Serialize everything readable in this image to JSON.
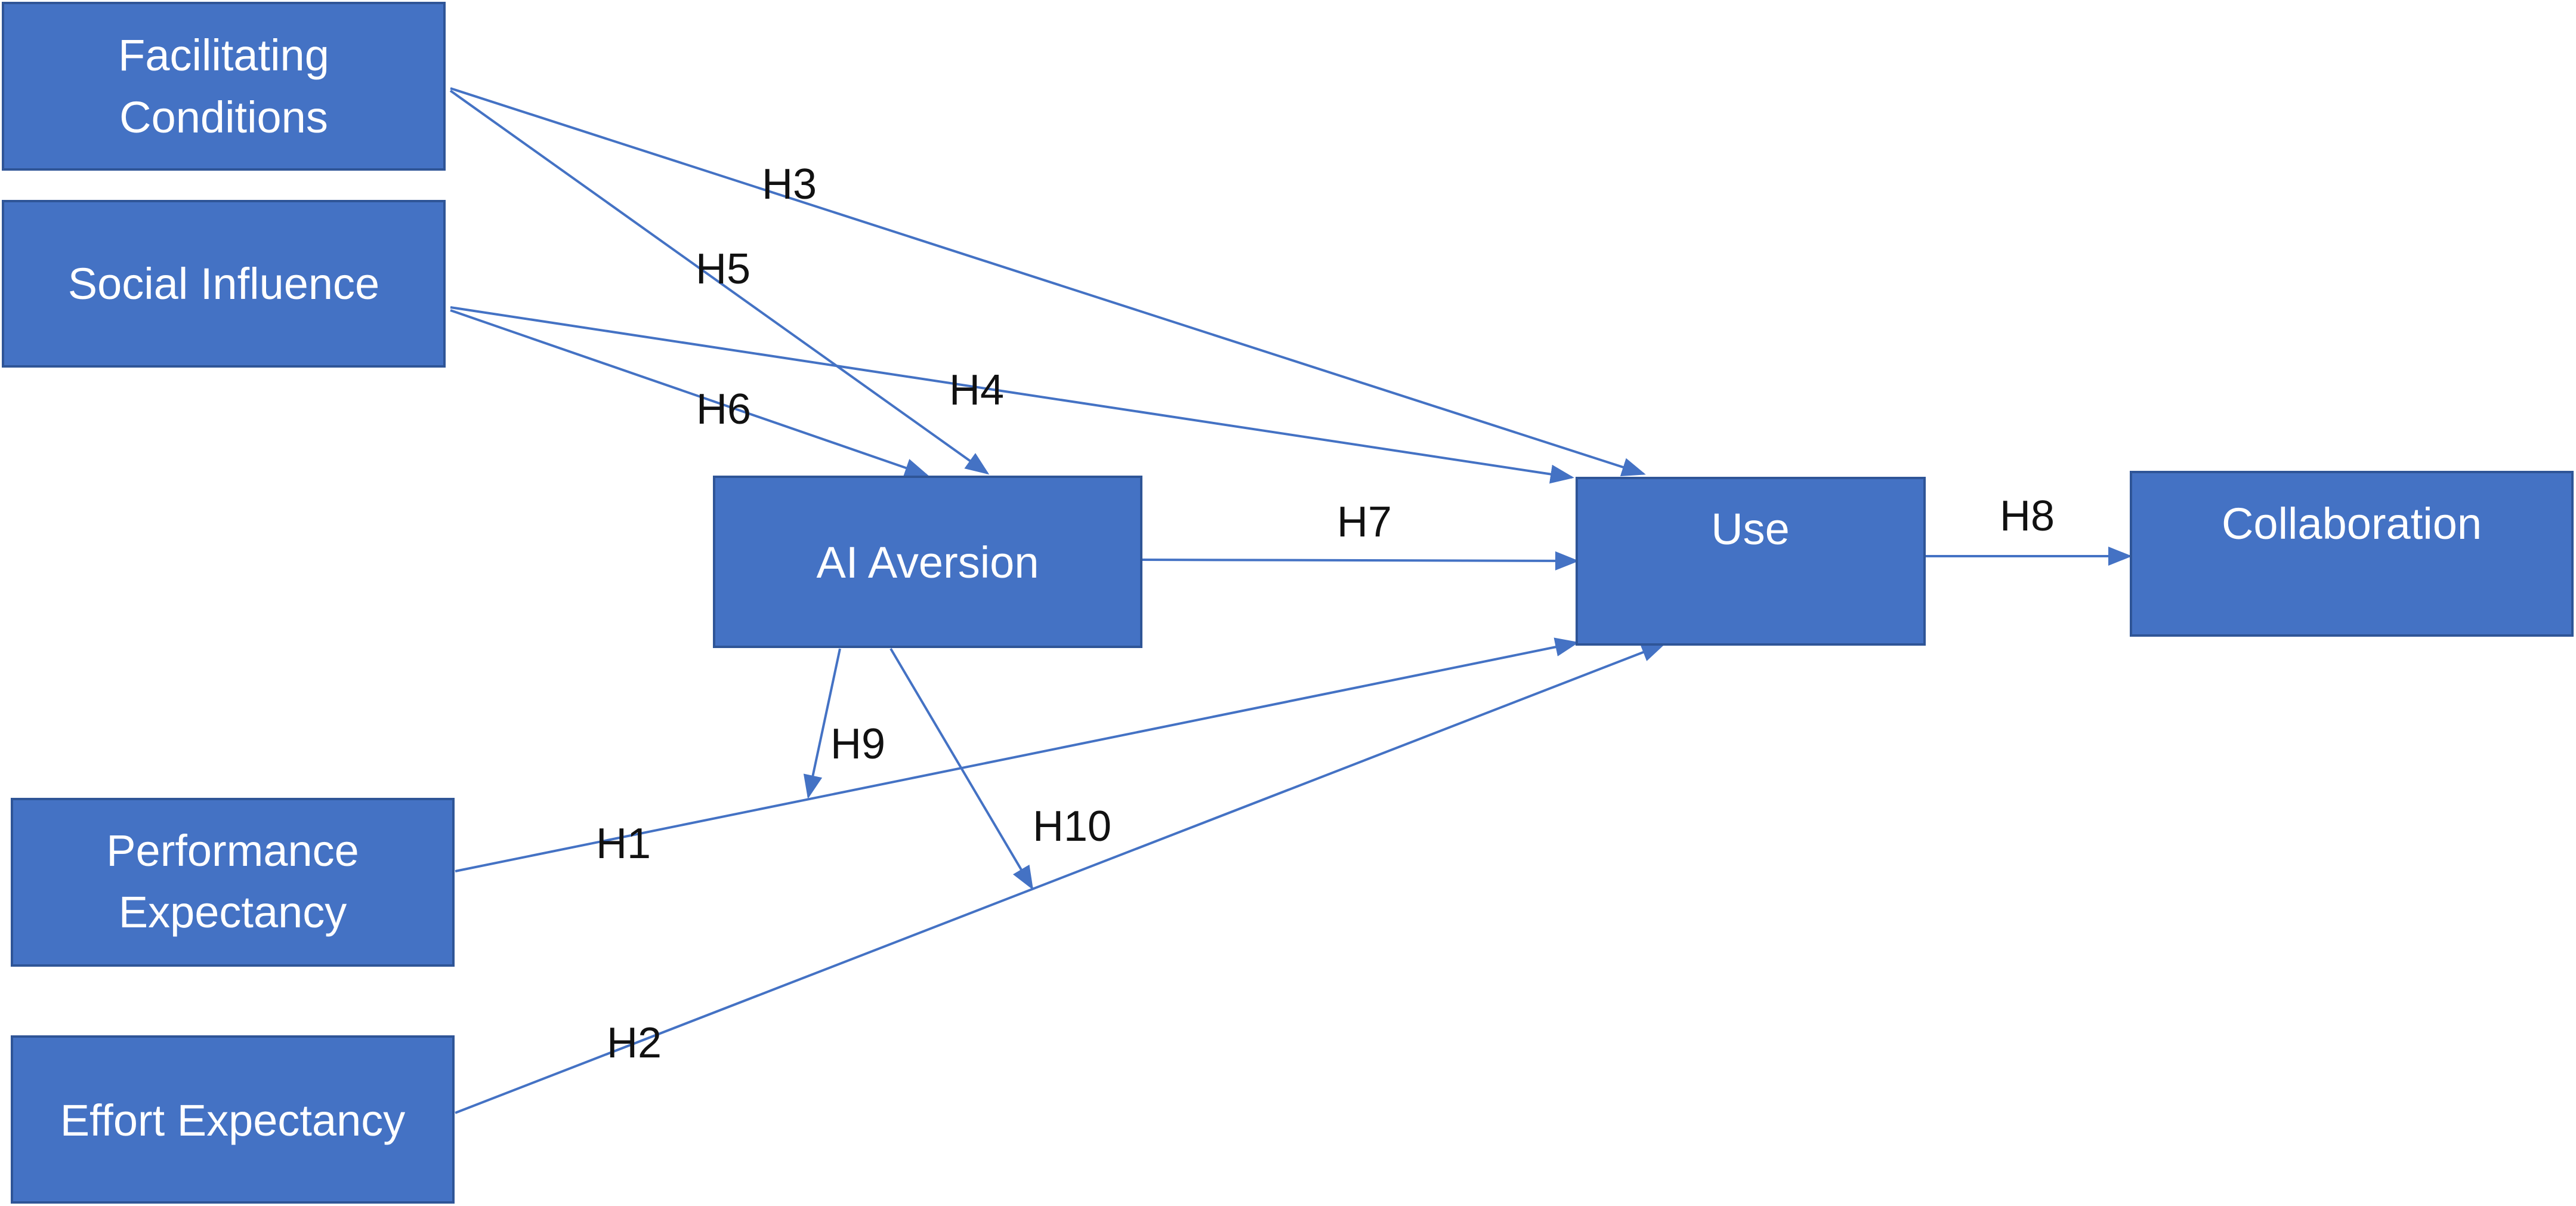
{
  "nodes": {
    "facilitating_conditions": {
      "line1": "Facilitating",
      "line2": "Conditions"
    },
    "social_influence": {
      "label": "Social Influence"
    },
    "performance_expectancy": {
      "line1": "Performance",
      "line2": "Expectancy"
    },
    "effort_expectancy": {
      "label": "Effort Expectancy"
    },
    "ai_aversion": {
      "label": "AI Aversion"
    },
    "use": {
      "label": "Use"
    },
    "collaboration": {
      "label": "Collaboration"
    }
  },
  "edges": {
    "h1": {
      "label": "H1",
      "from": "Performance Expectancy",
      "to": "Use"
    },
    "h2": {
      "label": "H2",
      "from": "Effort Expectancy",
      "to": "Use"
    },
    "h3": {
      "label": "H3",
      "from": "Facilitating Conditions",
      "to": "Use"
    },
    "h4": {
      "label": "H4",
      "from": "Social Influence",
      "to": "Use"
    },
    "h5": {
      "label": "H5",
      "from": "Facilitating Conditions",
      "to": "AI Aversion"
    },
    "h6": {
      "label": "H6",
      "from": "Social Influence",
      "to": "AI Aversion"
    },
    "h7": {
      "label": "H7",
      "from": "AI Aversion",
      "to": "Use"
    },
    "h8": {
      "label": "H8",
      "from": "Use",
      "to": "Collaboration"
    },
    "h9": {
      "label": "H9",
      "from": "AI Aversion",
      "to": "H1"
    },
    "h10": {
      "label": "H10",
      "from": "AI Aversion",
      "to": "H2"
    }
  },
  "colors": {
    "box_fill": "#4472c4",
    "box_border": "#2f5597",
    "arrow": "#4472c4",
    "box_text": "#ffffff",
    "edge_label": "#111111"
  }
}
